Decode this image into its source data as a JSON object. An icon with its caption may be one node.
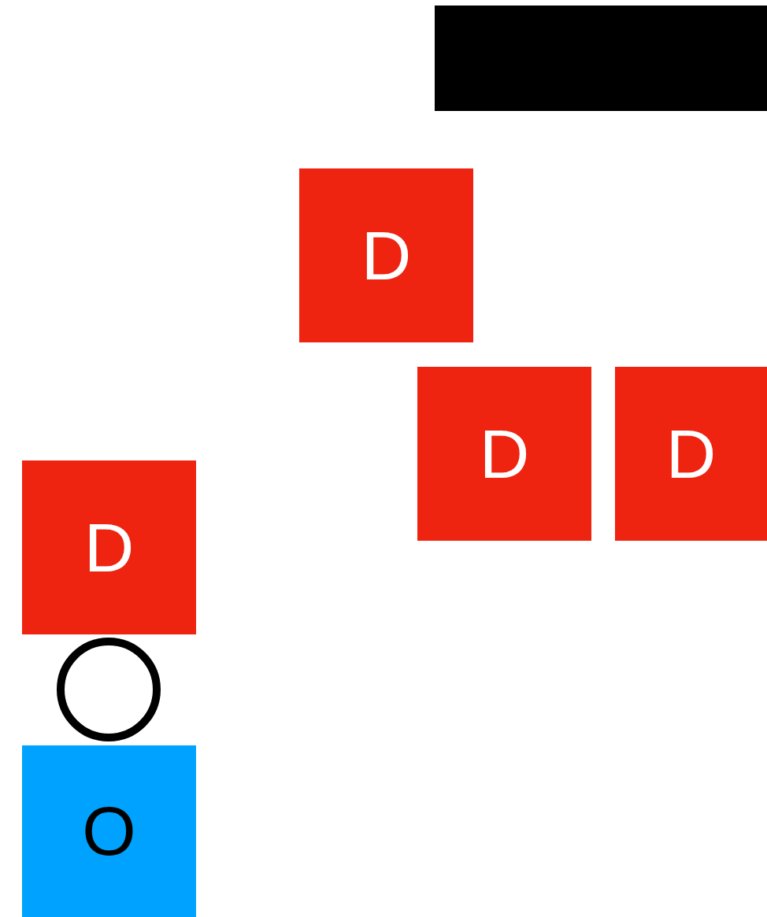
{
  "diagram": {
    "nodes": [
      {
        "text": [],
        "shape": "box"
      },
      {
        "text": [
          "D"
        ]
      },
      {
        "text": [
          "D"
        ]
      },
      {
        "text": [
          "D"
        ]
      },
      {
        "text": [
          "D"
        ]
      },
      {
        "text": [],
        "shape": "circle"
      },
      {
        "text": [
          "O"
        ]
      }
    ]
  }
}
